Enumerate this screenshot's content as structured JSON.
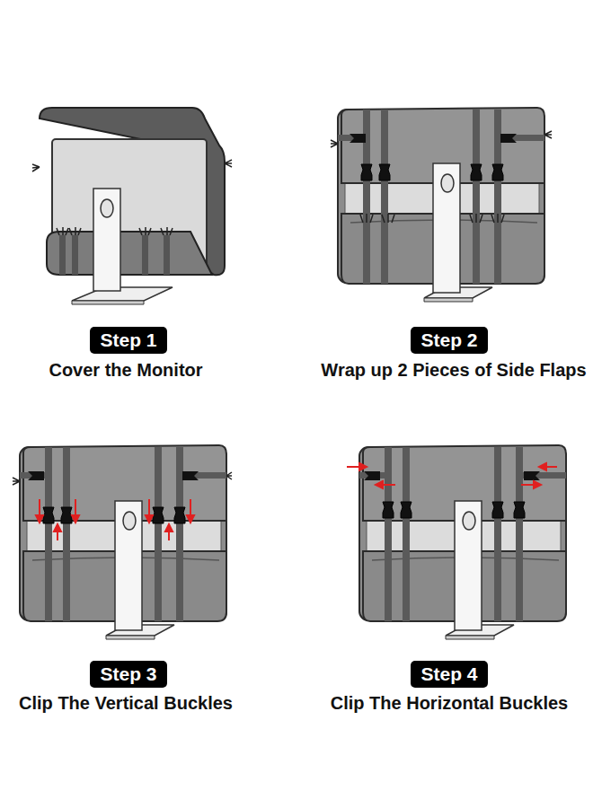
{
  "diagram": {
    "nodes": [
      {
        "text": [
          "Step 1"
        ]
      },
      {
        "text": [
          "Step 2"
        ]
      },
      {
        "text": [
          "Step 3"
        ]
      },
      {
        "text": [
          "Step 4"
        ]
      }
    ],
    "labels": [
      "Cover the Monitor",
      "Wrap up 2 Pieces of Side Flaps",
      "Clip The Vertical Buckles",
      "Clip The Horizontal Buckles"
    ]
  }
}
